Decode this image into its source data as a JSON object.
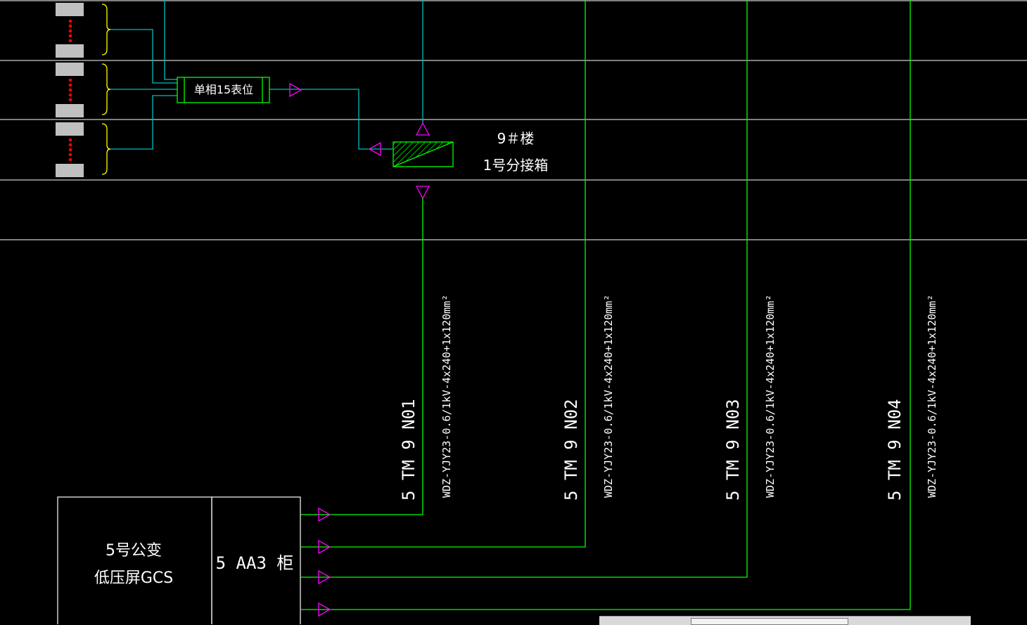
{
  "colors": {
    "background": "#000000",
    "feeder_green": "#00ff00",
    "cyan_wire": "#00bfbf",
    "magenta_arrow": "#ff00ff",
    "yellow_bracket": "#ffff00",
    "red_dots": "#ff0000",
    "white_line": "#ffffff"
  },
  "meter_box": {
    "label": "单相15表位"
  },
  "junction_box": {
    "line1": "9＃楼",
    "line2": "1号分接箱"
  },
  "feeders": [
    {
      "circuit_id": "5 TM 9 N01",
      "cable_spec": "WDZ-YJY23-0.6/1kV-4x240+1x120mm²"
    },
    {
      "circuit_id": "5 TM 9 N02",
      "cable_spec": "WDZ-YJY23-0.6/1kV-4x240+1x120mm²"
    },
    {
      "circuit_id": "5 TM 9 N03",
      "cable_spec": "WDZ-YJY23-0.6/1kV-4x240+1x120mm²"
    },
    {
      "circuit_id": "5 TM 9 N04",
      "cable_spec": "WDZ-YJY23-0.6/1kV-4x240+1x120mm²"
    }
  ],
  "transformer_panel": {
    "line1": "5号公变",
    "line2": "低压屏GCS"
  },
  "cabinet": {
    "label": "5 AA3 柜"
  }
}
